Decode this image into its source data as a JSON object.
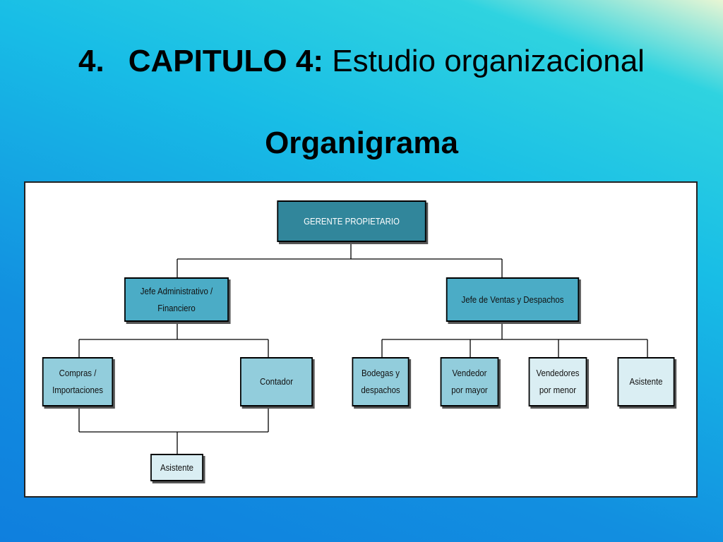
{
  "slide": {
    "number": "4.",
    "title_bold": "CAPITULO 4:",
    "title_rest": "Estudio organizacional",
    "subtitle": "Organigrama"
  },
  "org": {
    "gerente": "GERENTE PROPIETARIO",
    "jefe_admin": "Jefe Administrativo / Financiero",
    "jefe_ventas": "Jefe de Ventas y Despachos",
    "compras": "Compras / Importaciones",
    "contador": "Contador",
    "asistente_admin": "Asistente",
    "bodegas": "Bodegas y despachos",
    "vendedor_mayor": "Vendedor por mayor",
    "vendedores_menor": "Vendedores por menor",
    "asistente_ventas": "Asistente"
  },
  "colors": {
    "top": "#31869b",
    "level2": "#4bacc6",
    "level3": "#92cddc",
    "leaf": "#daeef3"
  }
}
